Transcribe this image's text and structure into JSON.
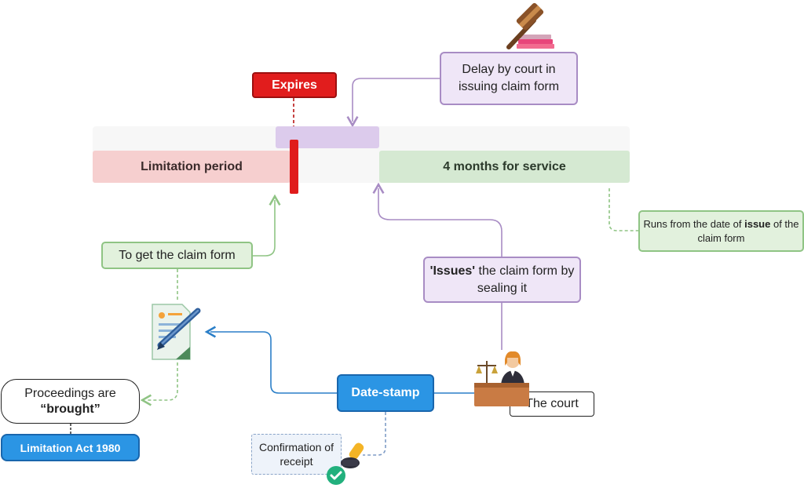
{
  "timeline": {
    "limitation_period": "Limitation period",
    "service_period": "4 months for service",
    "expires": "Expires"
  },
  "callouts": {
    "delay": "Delay by court in issuing claim form",
    "issues_bold": "'Issues'",
    "issues_rest": " the claim form by sealing it",
    "runs_prefix": "Runs from the date of ",
    "runs_bold": "issue",
    "runs_suffix": " of the claim form",
    "to_get": "To get the claim form"
  },
  "process": {
    "date_stamp": "Date-stamp",
    "the_court": "The court",
    "proceedings_line1": "Proceedings are",
    "proceedings_line2": "“brought”",
    "limitation_act": "Limitation Act 1980",
    "confirmation": "Confirmation of receipt"
  },
  "icons": [
    "gavel-icon",
    "document-pen-icon",
    "judge-icon",
    "stamp-icon",
    "checkmark-icon"
  ],
  "colors": {
    "limitation": "#f6cfcf",
    "service": "#d5e9d2",
    "delay": "#dccbec",
    "expiry": "#e01c1c",
    "process": "#2b95e4",
    "purple_stroke": "#a88cc4",
    "green_stroke": "#8fc484"
  }
}
